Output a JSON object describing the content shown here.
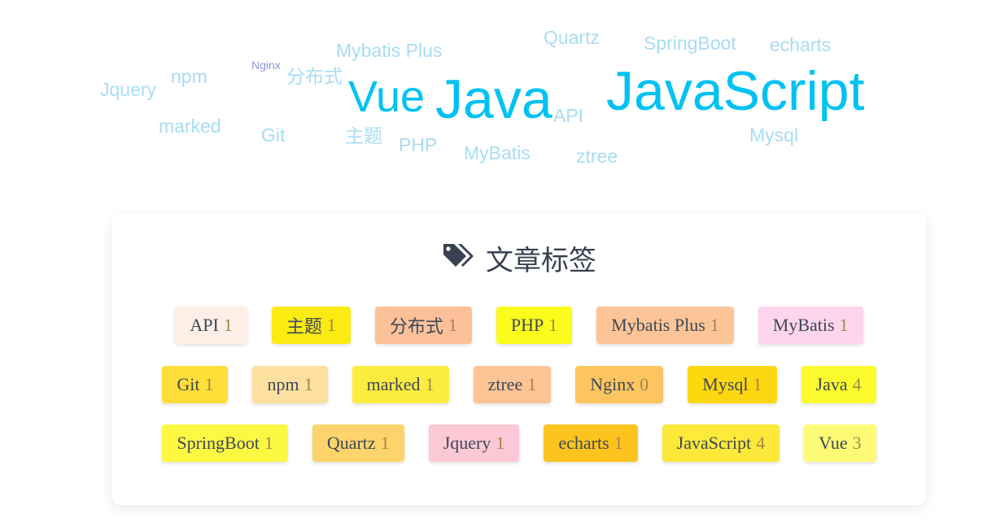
{
  "cloud": [
    {
      "text": "JavaScript",
      "size": 68,
      "color": "#00c2f2"
    },
    {
      "text": "Java",
      "size": 68,
      "color": "#00c2f2"
    },
    {
      "text": "Vue",
      "size": 54,
      "color": "#00c2f2"
    },
    {
      "text": "Quartz",
      "size": 23,
      "color": "#a8dcf3"
    },
    {
      "text": "SpringBoot",
      "size": 23,
      "color": "#a8dcf3"
    },
    {
      "text": "echarts",
      "size": 23,
      "color": "#a8dcf3"
    },
    {
      "text": "Mybatis Plus",
      "size": 23,
      "color": "#a8dcf3"
    },
    {
      "text": "Nginx",
      "size": 14,
      "color": "#8c9ad8"
    },
    {
      "text": "分布式",
      "size": 23,
      "color": "#a8dcf3"
    },
    {
      "text": "npm",
      "size": 23,
      "color": "#a8dcf3"
    },
    {
      "text": "Jquery",
      "size": 23,
      "color": "#a8dcf3"
    },
    {
      "text": "API",
      "size": 23,
      "color": "#a8dcf3"
    },
    {
      "text": "Mysql",
      "size": 23,
      "color": "#a8dcf3"
    },
    {
      "text": "marked",
      "size": 23,
      "color": "#a8dcf3"
    },
    {
      "text": "Git",
      "size": 23,
      "color": "#a8dcf3"
    },
    {
      "text": "主题",
      "size": 23,
      "color": "#a8dcf3"
    },
    {
      "text": "PHP",
      "size": 23,
      "color": "#a8dcf3"
    },
    {
      "text": "MyBatis",
      "size": 23,
      "color": "#a8dcf3"
    },
    {
      "text": "ztree",
      "size": 23,
      "color": "#a8dcf3"
    }
  ],
  "panel": {
    "title": "文章标签",
    "icon": "tags-icon",
    "rows": [
      [
        {
          "name": "API",
          "count": "1",
          "color": "#fdefe6"
        },
        {
          "name": "主题",
          "count": "1",
          "color": "#fbeb13"
        },
        {
          "name": "分布式",
          "count": "1",
          "color": "#fdc19a"
        },
        {
          "name": "PHP",
          "count": "1",
          "color": "#fbfb1c"
        },
        {
          "name": "Mybatis Plus",
          "count": "1",
          "color": "#fdc597"
        },
        {
          "name": "MyBatis",
          "count": "1",
          "color": "#fdd5ec"
        }
      ],
      [
        {
          "name": "Git",
          "count": "1",
          "color": "#fede38"
        },
        {
          "name": "npm",
          "count": "1",
          "color": "#fde0a0"
        },
        {
          "name": "marked",
          "count": "1",
          "color": "#fdec40"
        },
        {
          "name": "ztree",
          "count": "1",
          "color": "#fdc495"
        },
        {
          "name": "Nginx",
          "count": "0",
          "color": "#fdc55f"
        },
        {
          "name": "Mysql",
          "count": "1",
          "color": "#fdd70f"
        },
        {
          "name": "Java",
          "count": "4",
          "color": "#fbfb2e"
        }
      ],
      [
        {
          "name": "SpringBoot",
          "count": "1",
          "color": "#fdf842"
        },
        {
          "name": "Quartz",
          "count": "1",
          "color": "#fdd46b"
        },
        {
          "name": "Jquery",
          "count": "1",
          "color": "#fdc8d6"
        },
        {
          "name": "echarts",
          "count": "1",
          "color": "#fdc420"
        },
        {
          "name": "JavaScript",
          "count": "4",
          "color": "#fde93a"
        },
        {
          "name": "Vue",
          "count": "3",
          "color": "#fdfb76"
        }
      ]
    ]
  }
}
